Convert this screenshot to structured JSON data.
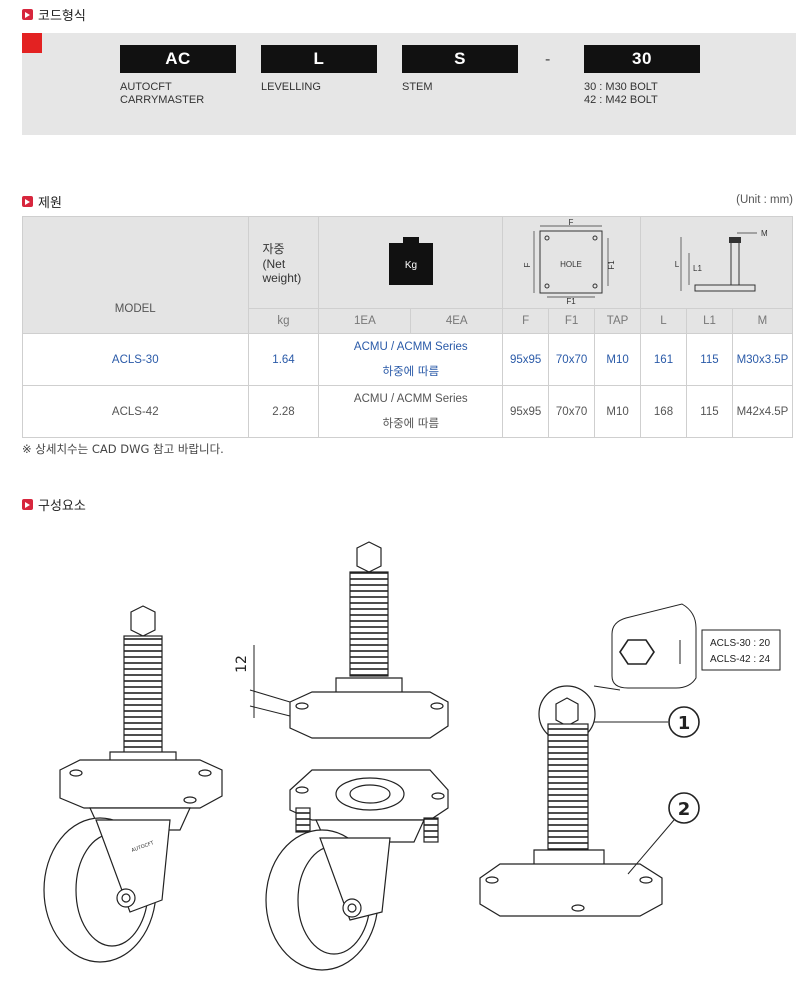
{
  "sections": {
    "code": "코드형식",
    "spec": "제원",
    "parts": "구성요소"
  },
  "code_format": {
    "cells": [
      {
        "key": "AC",
        "desc": "AUTOCFT\nCARRYMASTER"
      },
      {
        "key": "L",
        "desc": "LEVELLING"
      },
      {
        "key": "S",
        "desc": "STEM"
      },
      {
        "key": "30",
        "desc": "30 : M30 BOLT\n42 : M42 BOLT"
      }
    ],
    "dash": "-"
  },
  "unit": "(Unit : mm)",
  "table": {
    "model_header": "MODEL",
    "weight_header": "자중\n(Net\nweight)",
    "weight_icon_label": "Kg",
    "diagram_labels": {
      "f": "F",
      "f1": "F1",
      "hole": "HOLE",
      "l": "L",
      "l1": "L1",
      "m": "M"
    },
    "sub_headers": [
      "kg",
      "1EA",
      "4EA",
      "F",
      "F1",
      "TAP",
      "L",
      "L1",
      "M"
    ],
    "rows": [
      {
        "model": "ACLS-30",
        "kg": "1.64",
        "series": "ACMU / ACMM Series",
        "load": "하중에 따름",
        "f": "95x95",
        "f1": "70x70",
        "tap": "M10",
        "l": "161",
        "l1": "115",
        "m": "M30x3.5P"
      },
      {
        "model": "ACLS-42",
        "kg": "2.28",
        "series": "ACMU / ACMM Series",
        "load": "하중에 따름",
        "f": "95x95",
        "f1": "70x70",
        "tap": "M10",
        "l": "168",
        "l1": "115",
        "m": "M42x4.5P"
      }
    ]
  },
  "note": "※ 상세치수는 CAD DWG 참고 바랍니다.",
  "parts": {
    "dim_12": "12",
    "callout": [
      "ACLS-30 : 20",
      "ACLS-42 : 24"
    ],
    "num1": "1",
    "num2": "2",
    "brand": "AUTOCFT"
  }
}
